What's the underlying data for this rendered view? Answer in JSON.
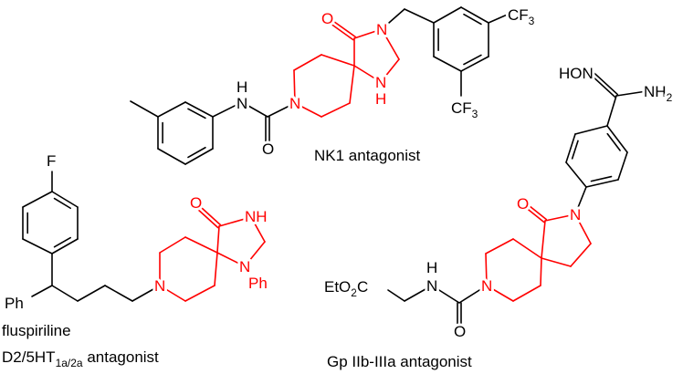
{
  "colors": {
    "scaffold": "#ff0000",
    "bond": "#000000"
  },
  "molecules": [
    {
      "id": "nk1",
      "caption": "NK1 antagonist",
      "atoms": {
        "carbonyl_O": "O",
        "imide_N": "N",
        "amine_N": "N",
        "amine_H": "H",
        "pip_N": "N",
        "urea_O": "O",
        "urea_N": "N",
        "urea_H": "H",
        "cf3_top": "CF",
        "cf3_top_sub": "3",
        "cf3_bottom": "CF",
        "cf3_bottom_sub": "3"
      }
    },
    {
      "id": "fluspiriline",
      "caption_name": "fluspiriline",
      "caption_activity": "D2/5HT",
      "caption_sub": "1a/2a",
      "caption_suffix": " antagonist",
      "atoms": {
        "F": "F",
        "Ph": "Ph",
        "pip_N": "N",
        "carbonyl_O": "O",
        "NH": "NH",
        "N_ring": "N",
        "N_Ph": "Ph"
      }
    },
    {
      "id": "gp-iib-iiia",
      "caption": "Gp IIb-IIIa antagonist",
      "atoms": {
        "HON": "HON",
        "NH2": "NH",
        "NH2_sub": "2",
        "lactam_O": "O",
        "lactam_N": "N",
        "pip_N": "N",
        "urea_O": "O",
        "urea_N": "N",
        "urea_H": "H",
        "ester": "EtO",
        "ester_sub": "2",
        "ester_end": "C"
      }
    }
  ]
}
